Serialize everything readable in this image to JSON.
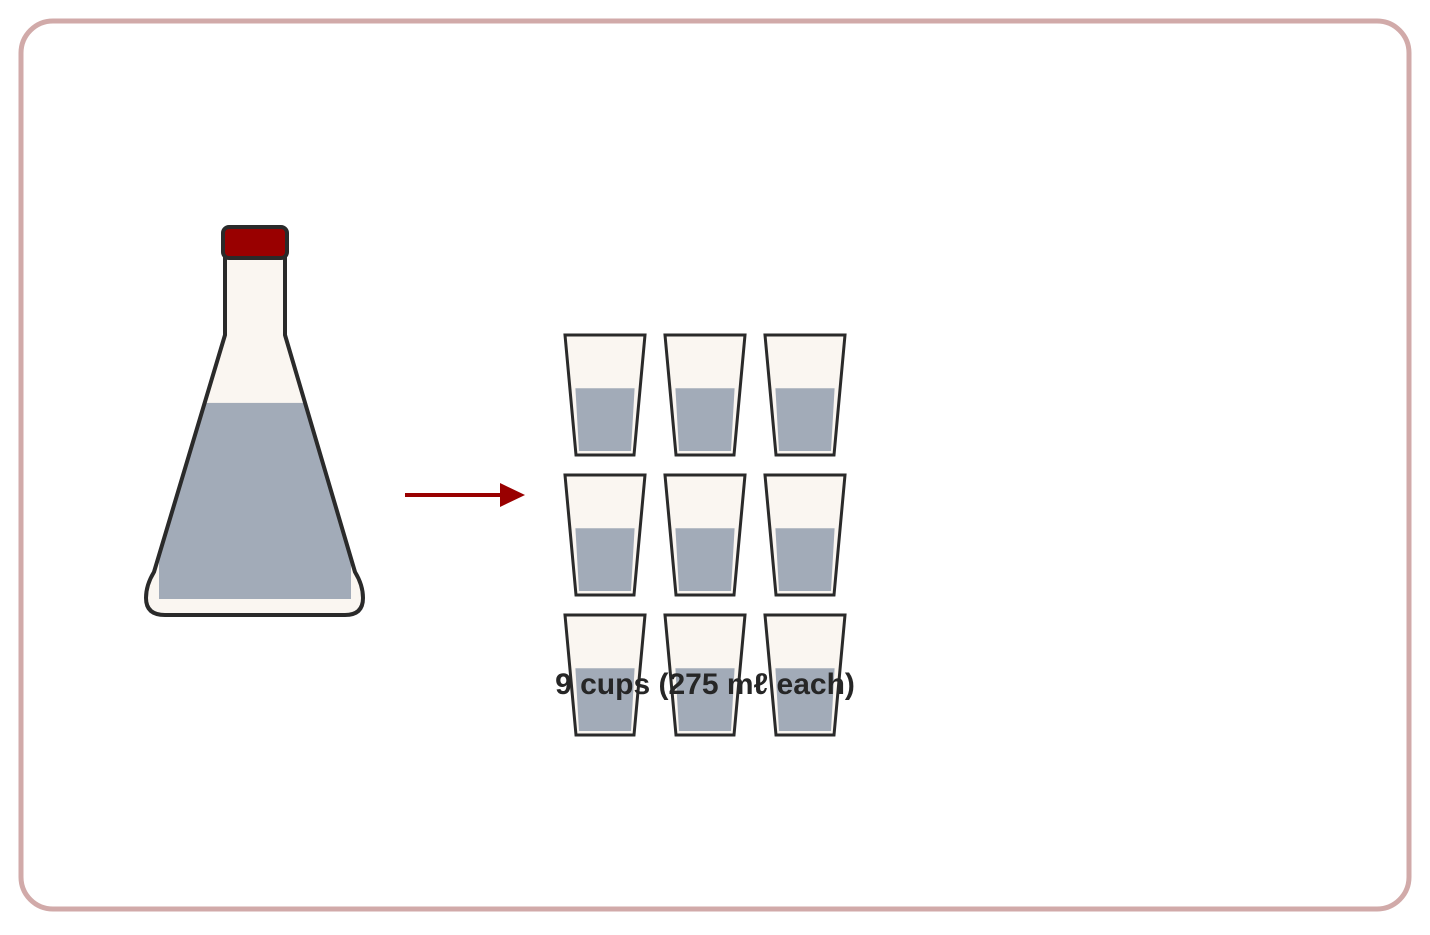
{
  "colors": {
    "frame": "#d1aaa9",
    "outline": "#2a2a2a",
    "glass": "#faf6f1",
    "liquid": "#a2abb8",
    "cap": "#990000",
    "arrow": "#990000",
    "text": "#262626"
  },
  "flask": {
    "fill_level": 0.57
  },
  "cups": {
    "count": 9,
    "columns": 3,
    "fill_level": 0.55,
    "caption": "9 cups (275 mℓ each)"
  }
}
